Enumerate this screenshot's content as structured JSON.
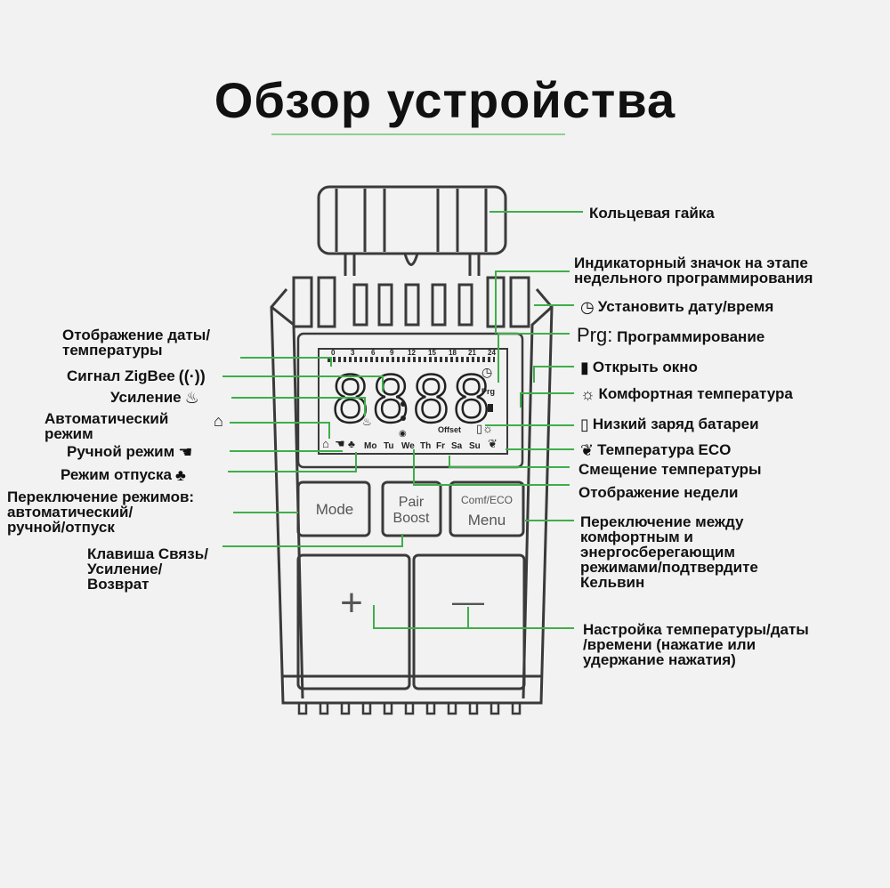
{
  "title": "Обзор устройства",
  "display": {
    "digits": "8888",
    "ticks": [
      "0",
      "3",
      "6",
      "9",
      "12",
      "15",
      "18",
      "21",
      "24"
    ],
    "prg": "Prg",
    "offset": "Offset",
    "days": [
      "Mo",
      "Tu",
      "We",
      "Th",
      "Fr",
      "Sa",
      "Su"
    ]
  },
  "buttons": {
    "mode": "Mode",
    "pair": "Pair",
    "boost": "Boost",
    "comf_eco": "Comf/ECO",
    "menu": "Menu",
    "plus": "+",
    "minus": "—"
  },
  "labels_left": {
    "date_temp_display": "Отображение даты/\nтемпературы",
    "zigbee": "Сигнал ZigBee",
    "boost": "Усиление",
    "auto_mode": "Автоматический\nрежим",
    "manual_mode": "Ручной режим",
    "holiday_mode": "Режим отпуска",
    "mode_switch": "Переключение режимов:\n автоматический/\nручной/отпуск",
    "pair_key": "Клавиша Связь/\nУсиление/\nВозврат"
  },
  "labels_right": {
    "ring_nut": "Кольцевая гайка",
    "prog_indicator": "Индикаторный значок на этапе\nнедельного программирования",
    "set_datetime": "Установить дату/время",
    "prg_prefix": "Prg:",
    "programming": "Программирование",
    "open_window": "Открыть окно",
    "comfort_temp": "Комфортная температура",
    "low_battery": "Низкий заряд батареи",
    "eco_temp": "Температура ECO",
    "temp_offset": "Смещение температуры",
    "week_display": "Отображение недели",
    "comf_eco_switch": "Переключение между\nкомфортным и\nэнергосберегающим\nрежимами/подтвердите\nКельвин",
    "temp_adjust": "Настройка температуры/даты\n/времени (нажатие или\nудержание нажатия)"
  },
  "colors": {
    "leader": "#3fae4a",
    "outline": "#3a3a3a",
    "background": "#f2f2f2"
  }
}
